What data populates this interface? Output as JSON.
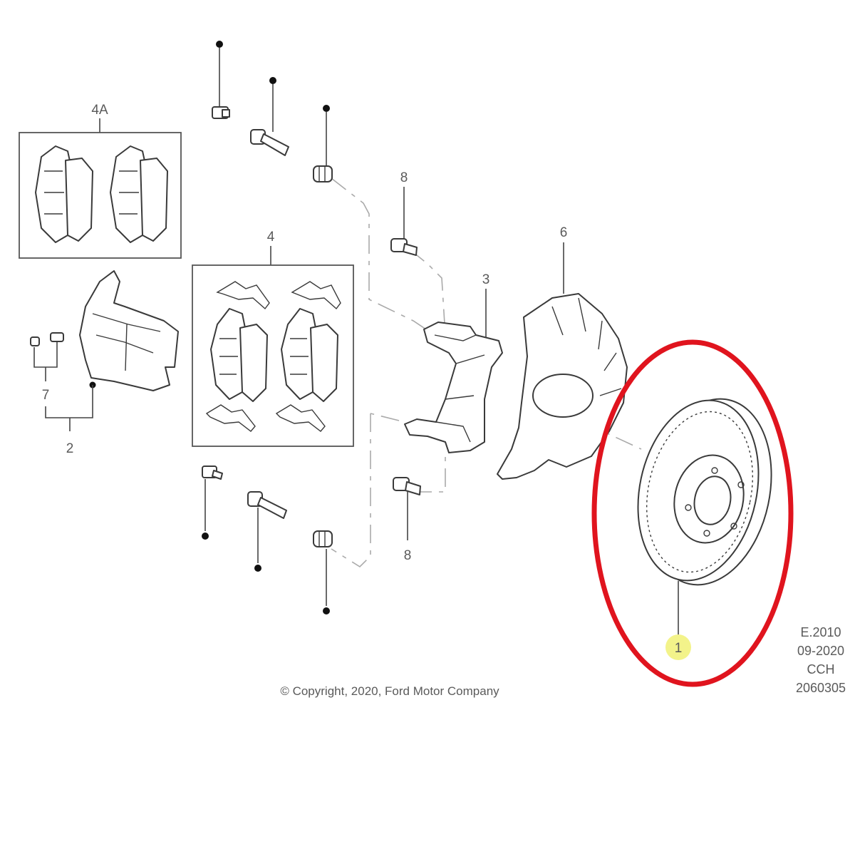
{
  "diagram": {
    "callouts": {
      "c1": "1",
      "c2": "2",
      "c3": "3",
      "c4": "4",
      "c4a": "4A",
      "c6": "6",
      "c7": "7",
      "c8_top": "8",
      "c8_bottom": "8"
    },
    "copyright": "© Copyright, 2020, Ford Motor Company",
    "stamp": {
      "line1": "E.2010",
      "line2": "09-2020",
      "line3": "CCH",
      "line4": "2060305"
    },
    "colors": {
      "highlight_ellipse": "#e0141e",
      "callout_highlight": "#f3f38a"
    }
  }
}
